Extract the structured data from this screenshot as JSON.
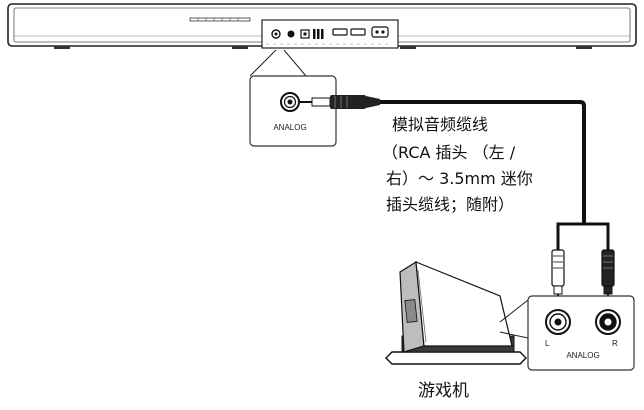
{
  "soundbar": {
    "input_label": "ANALOG"
  },
  "cable": {
    "label_lines": [
      "模拟音频缆线",
      "（RCA 插头 （左 /",
      "右）～ 3.5mm 迷你",
      "插头缆线；随附）"
    ]
  },
  "console": {
    "label": "游戏机",
    "output_label": "ANALOG",
    "left_label": "L",
    "right_label": "R"
  }
}
